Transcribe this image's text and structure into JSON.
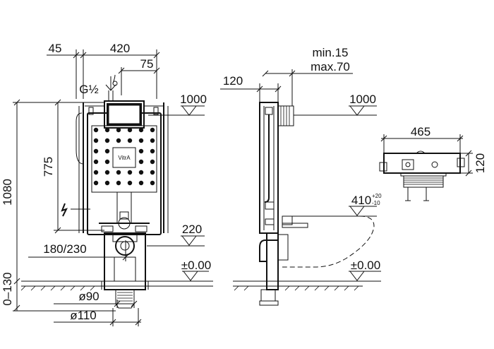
{
  "dimensions": {
    "d45": "45",
    "d420": "420",
    "d75": "75",
    "g_label": "G½",
    "d1000_left": "1000",
    "d775": "775",
    "d1080": "1080",
    "d220": "220",
    "d180_230": "180/230",
    "d000_left": "±0.00",
    "d0_130": "0–130",
    "d90": "ø90",
    "d110": "ø110",
    "d120_side": "120",
    "min15": "min.15",
    "max70": "max.70",
    "d1000_mid": "1000",
    "d410": "410",
    "d410_plus": "+20",
    "d410_minus": "-10",
    "d000_mid": "±0.00",
    "d465": "465",
    "d120_right": "120"
  },
  "logo": "VitrA"
}
